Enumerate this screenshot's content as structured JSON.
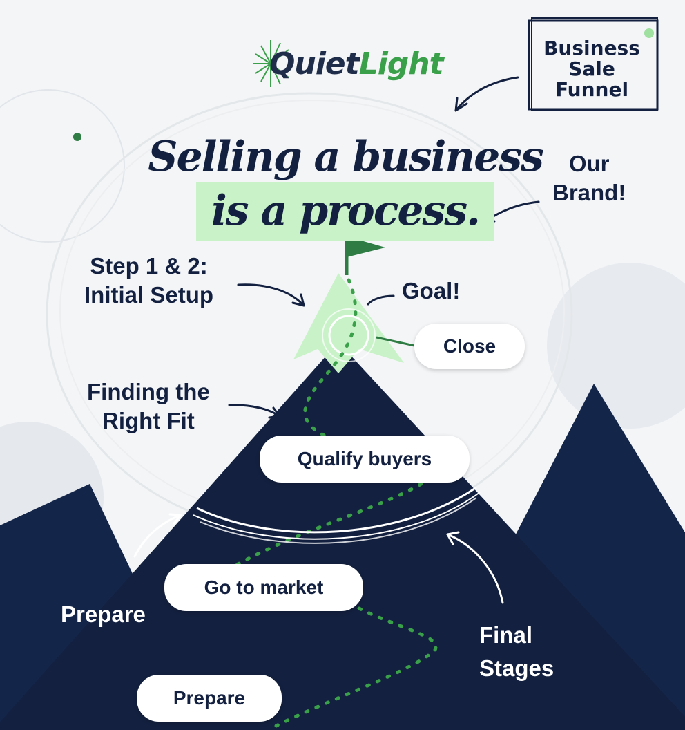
{
  "logo": {
    "word1": "Quiet",
    "word2": "Light"
  },
  "callouts": {
    "business_sale_funnel": "Business\nSale\nFunnel",
    "our_brand": "Our\nBrand!",
    "step_1_2": "Step 1 & 2:\nInitial Setup",
    "goal": "Goal!",
    "finding_fit": "Finding the\nRight Fit",
    "prepare_annotation": "Prepare",
    "final_stages": "Final\nStages"
  },
  "headline": {
    "line1": "Selling a business",
    "line2": "is a process."
  },
  "stages": {
    "close": "Close",
    "qualify": "Qualify buyers",
    "go_to_market": "Go to market",
    "prepare": "Prepare"
  },
  "colors": {
    "navy": "#13203f",
    "green": "#3aa04a",
    "light_green": "#c9f2c8",
    "background": "#f3f5f7"
  }
}
